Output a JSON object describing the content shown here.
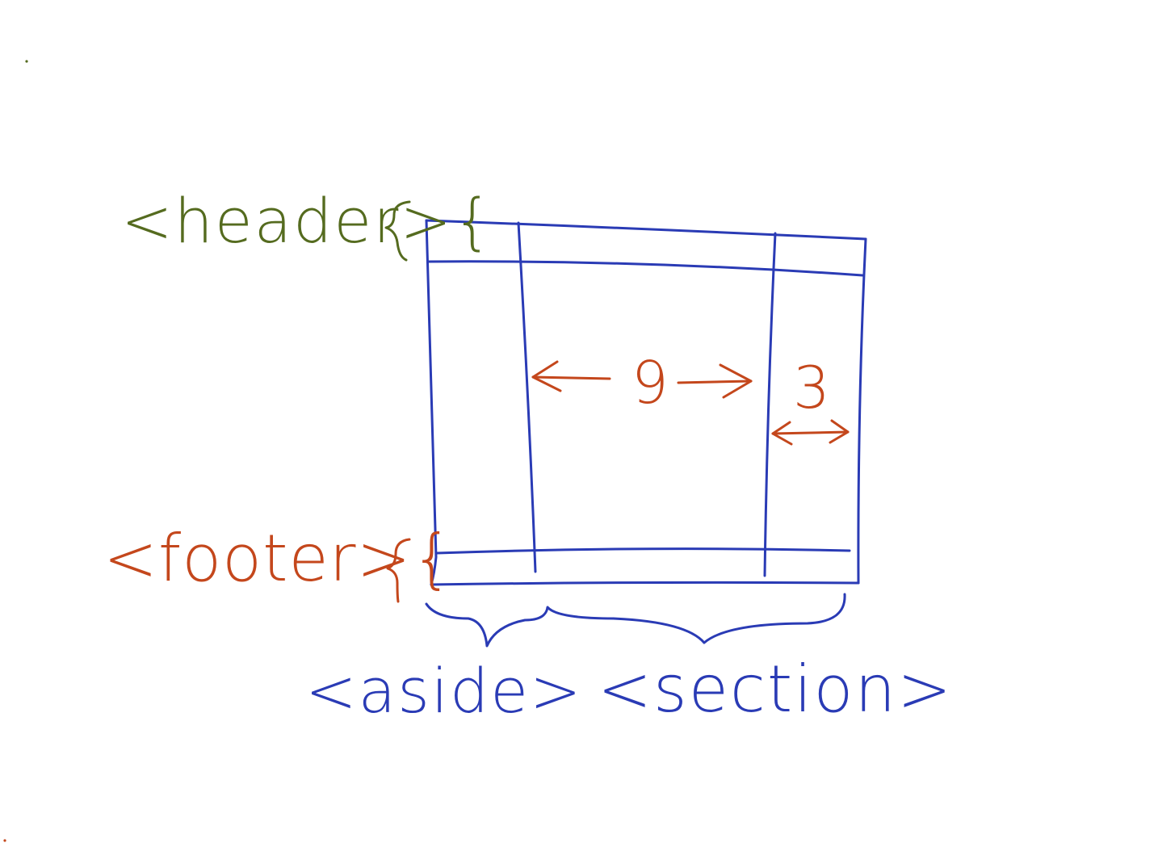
{
  "labels": {
    "header": "<header>{",
    "footer": "<footer>{",
    "aside": "<aside>",
    "section": "<section>",
    "ratio_main": "9",
    "ratio_side": "3"
  },
  "colors": {
    "grid": "#2a3bb5",
    "header_label": "#556b1f",
    "footer_label": "#c4471c",
    "annotation": "#c4471c",
    "bottom_labels": "#2a3bb5"
  }
}
